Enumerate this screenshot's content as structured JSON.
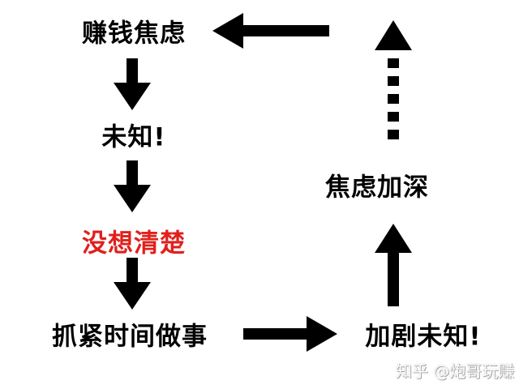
{
  "nodes": {
    "money_anxiety": "赚钱焦虑",
    "unknown": "未知!",
    "not_thought_through": "没想清楚",
    "rush_to_act": "抓紧时间做事",
    "increased_unknown": "加剧未知!",
    "deepened_anxiety": "焦虑加深"
  },
  "colors": {
    "highlight": "#e0201c",
    "arrow": "#000000"
  },
  "watermark": "知乎 @炮哥玩赚"
}
